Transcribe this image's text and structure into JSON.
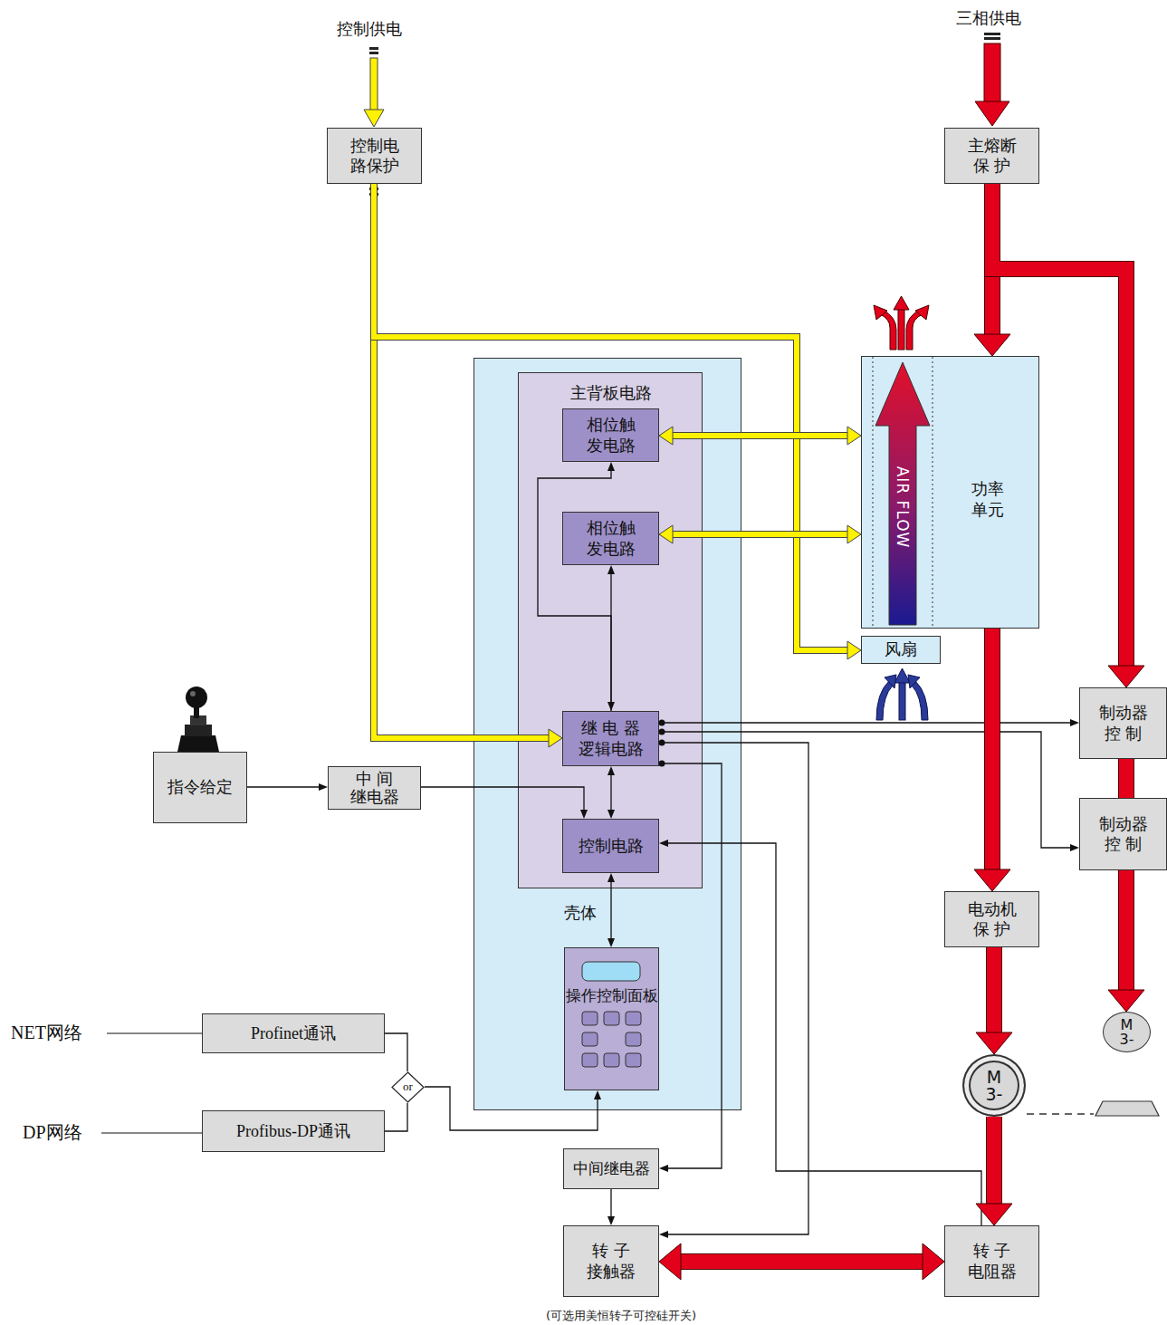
{
  "diagram": {
    "caption": "(可选用美恒转子可控硅开关)",
    "nodes": [
      {
        "text": [
          "控制电 路保护"
        ]
      },
      {
        "text": [
          "主熔断 保 护"
        ]
      },
      {
        "text": [
          "壳体"
        ]
      },
      {
        "text": [
          "主背板电路"
        ],
        "in": 2
      },
      {
        "text": [
          "相位触 发电路"
        ],
        "in": 3
      },
      {
        "text": [
          "相位触 发电路"
        ],
        "in": 3
      },
      {
        "text": [
          "继 电 器 逻辑电路"
        ],
        "in": 3
      },
      {
        "text": [
          "控制电路"
        ],
        "in": 3
      },
      {
        "text": [
          "操作控制面板"
        ],
        "in": 2
      },
      {
        "text": [
          "功率 单元"
        ]
      },
      {
        "text": [
          "风扇"
        ]
      },
      {
        "text": [
          "指令给定"
        ]
      },
      {
        "text": [
          "中 间 继电器"
        ]
      },
      {
        "text": [
          "制动器 控 制"
        ]
      },
      {
        "text": [
          "制动器 控 制"
        ]
      },
      {
        "text": [
          "电动机 保 护"
        ]
      },
      {
        "text": [
          "M 3-"
        ]
      },
      {
        "text": [
          "M 3-"
        ]
      },
      {
        "text": [
          "Profinet通讯"
        ]
      },
      {
        "text": [
          "Profibus-DP通讯"
        ]
      },
      {
        "text": [
          "or"
        ]
      },
      {
        "text": [
          "中间继电器"
        ]
      },
      {
        "text": [
          "转 子 接触器"
        ]
      },
      {
        "text": [
          "转 子 电阻器"
        ]
      }
    ],
    "edges": [
      {
        "from": 0,
        "to": 6,
        "arrow": "to"
      },
      {
        "from": 0,
        "to": 10,
        "arrow": "to"
      },
      {
        "from": 1,
        "to": 9,
        "arrow": "to"
      },
      {
        "from": 1,
        "to": 13,
        "arrow": "to"
      },
      {
        "from": 4,
        "to": 9,
        "arrow": "both"
      },
      {
        "from": 5,
        "to": 9,
        "arrow": "both"
      },
      {
        "from": 6,
        "to": 5,
        "arrow": "both"
      },
      {
        "from": 6,
        "to": 4,
        "arrow": "to"
      },
      {
        "from": 6,
        "to": 7,
        "arrow": "both"
      },
      {
        "from": 7,
        "to": 8,
        "arrow": "both"
      },
      {
        "from": 11,
        "to": 12,
        "arrow": "to"
      },
      {
        "from": 12,
        "to": 7,
        "arrow": "to"
      },
      {
        "from": 6,
        "to": 13,
        "arrow": "to"
      },
      {
        "from": 6,
        "to": 14,
        "arrow": "to"
      },
      {
        "from": 6,
        "to": 22,
        "arrow": "to"
      },
      {
        "from": 6,
        "to": 21,
        "arrow": "to"
      },
      {
        "from": 23,
        "to": 7,
        "arrow": "to"
      },
      {
        "from": 9,
        "to": 15,
        "arrow": "to"
      },
      {
        "from": 15,
        "to": 16,
        "arrow": "to"
      },
      {
        "from": 16,
        "to": 23,
        "arrow": "to"
      },
      {
        "from": 13,
        "to": 14,
        "arrow": "none"
      },
      {
        "from": 14,
        "to": 17,
        "arrow": "to"
      },
      {
        "from": 21,
        "to": 22,
        "arrow": "to"
      },
      {
        "from": 22,
        "to": 23,
        "arrow": "both"
      },
      {
        "from": 18,
        "to": 20,
        "arrow": "none"
      },
      {
        "from": 19,
        "to": 20,
        "arrow": "none"
      },
      {
        "from": 20,
        "to": 8,
        "arrow": "to"
      }
    ],
    "labels": [
      "控制供电",
      "三相供电",
      "AIR FLOW",
      "NET网络",
      "DP网络"
    ]
  }
}
